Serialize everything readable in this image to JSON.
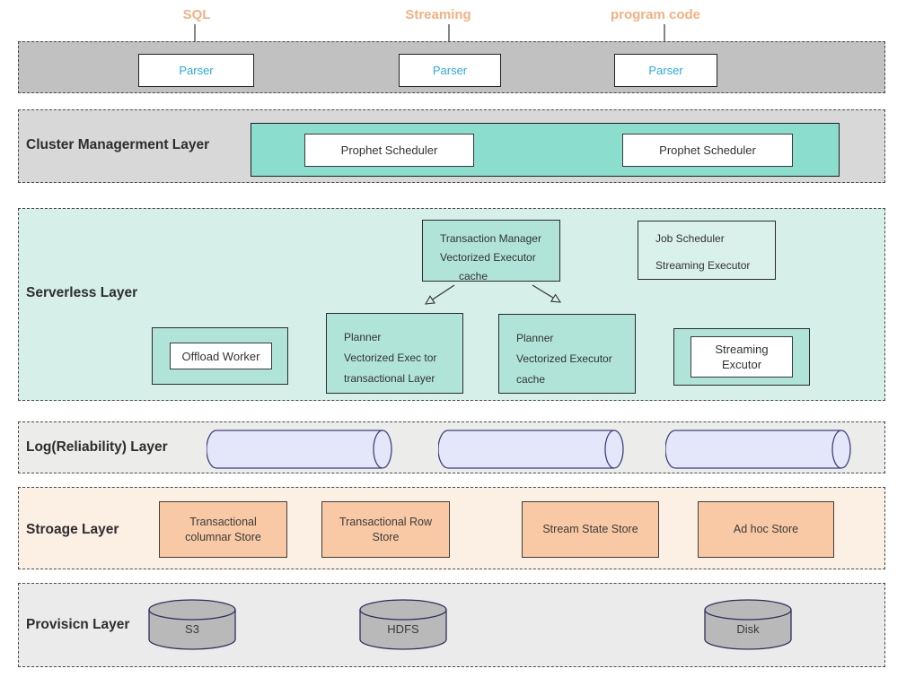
{
  "top_inputs": {
    "labels": [
      "SQL",
      "Streaming",
      "program code"
    ]
  },
  "parser_layer": {
    "boxes": [
      "Parser",
      "Parser",
      "Parser"
    ]
  },
  "cluster_layer": {
    "title": "Cluster Managerment Layer",
    "boxes": [
      "Prophet Scheduler",
      "Prophet Scheduler"
    ]
  },
  "serverless_layer": {
    "title": "Serverless Layer",
    "transaction_manager": {
      "line1": "Transaction Manager",
      "line2": "Vectorized Executor",
      "line3": "cache"
    },
    "job_scheduler": {
      "line1": "Job Scheduler",
      "line2": "Streaming Executor"
    },
    "offload_worker": {
      "label": "Offload Worker"
    },
    "planner_left": {
      "line1": "Planner",
      "line2": "Vectorized Exec tor",
      "line3": "transactional Layer"
    },
    "planner_right": {
      "line1": "Planner",
      "line2": "Vectorized Executor",
      "line3": "cache"
    },
    "streaming_executor": {
      "label": "Streaming Excutor"
    }
  },
  "log_layer": {
    "title": "Log(Reliability) Layer"
  },
  "storage_layer": {
    "title": "Stroage Layer",
    "boxes": [
      "Transactional columnar Store",
      "Transactional Row Store",
      "Stream State Store",
      "Ad hoc Store"
    ]
  },
  "provision_layer": {
    "title": "Provisicn Layer",
    "disks": [
      "S3",
      "HDFS",
      "Disk"
    ]
  },
  "colors": {
    "input_label_orange": "#f3b183",
    "parser_text_blue": "#29abe2",
    "parser_band_bg": "#c1c1c1",
    "cluster_band_bg": "#d8d8d8",
    "cluster_container_teal": "#8bdecd",
    "serverless_band_bg": "#d6efe8",
    "serverless_box_teal": "#b0e4d8",
    "log_band_bg": "#ececea",
    "log_cylinder_fill": "#e4e7f9",
    "log_cylinder_stroke": "#41417c",
    "storage_band_bg": "#fcefe4",
    "storage_box_orange": "#f8c9a4",
    "provision_band_bg": "#ebebeb",
    "disk_cylinder_fill": "#b9b9b9",
    "disk_cylinder_stroke": "#2e2f5e"
  }
}
